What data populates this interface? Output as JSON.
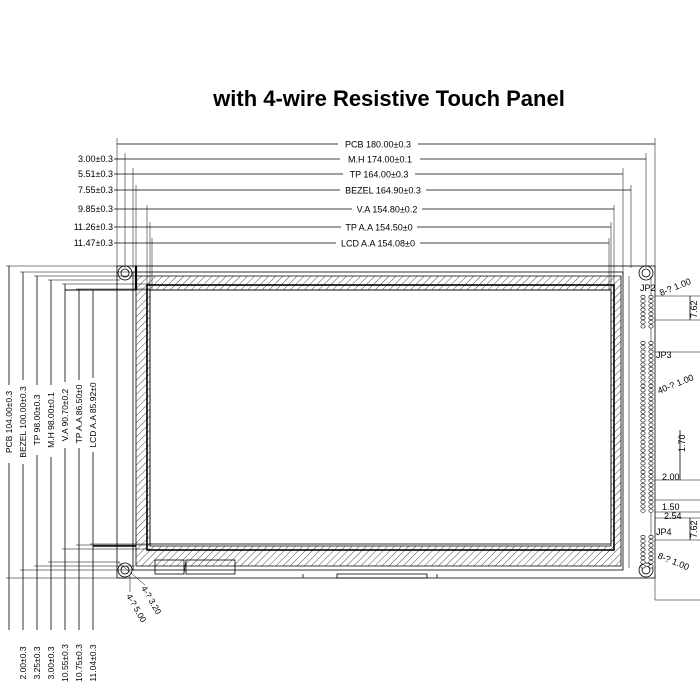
{
  "title": "with 4-wire Resistive Touch Panel",
  "horizontal_dimensions": {
    "left": [
      "3.00±0.3",
      "5.51±0.3",
      "7.55±0.3",
      "9.85±0.3",
      "11.26±0.3",
      "11.47±0.3"
    ],
    "center": [
      "PCB 180.00±0.3",
      "M.H 174.00±0.1",
      "TP 164.00±0.3",
      "BEZEL 164.90±0.3",
      "V.A 154.80±0.2",
      "TP A.A 154.50±0",
      "LCD A.A 154.08±0"
    ]
  },
  "vertical_dimensions": [
    "PCB 104.00±0.3",
    "BEZEL 100.00±0.3",
    "TP 98.00±0.3",
    "M.H 98.00±0.1",
    "V.A 90.70±0.2",
    "TP A.A 86.50±0",
    "LCD A.A 85.92±0"
  ],
  "bottom_dimensions": [
    "2.00±0.3",
    "3.25±0.3",
    "3.00±0.3",
    "10.55±0.3",
    "10.75±0.3",
    "11.04±0.3"
  ],
  "hole_labels": [
    "4-? 5.00",
    "4-? 3.20"
  ],
  "right_labels": {
    "jp2": "JP2",
    "jp3": "JP3",
    "jp4": "JP4",
    "top_holes": "8-? 1.00",
    "middle_holes": "40-? 1.00",
    "bottom_holes": "8-? 1.00",
    "d762_top": "7.62",
    "d170": "1.70",
    "d200": "2.00",
    "d150": "1.50",
    "d254": "2.54",
    "d762_bottom": "7.62"
  }
}
